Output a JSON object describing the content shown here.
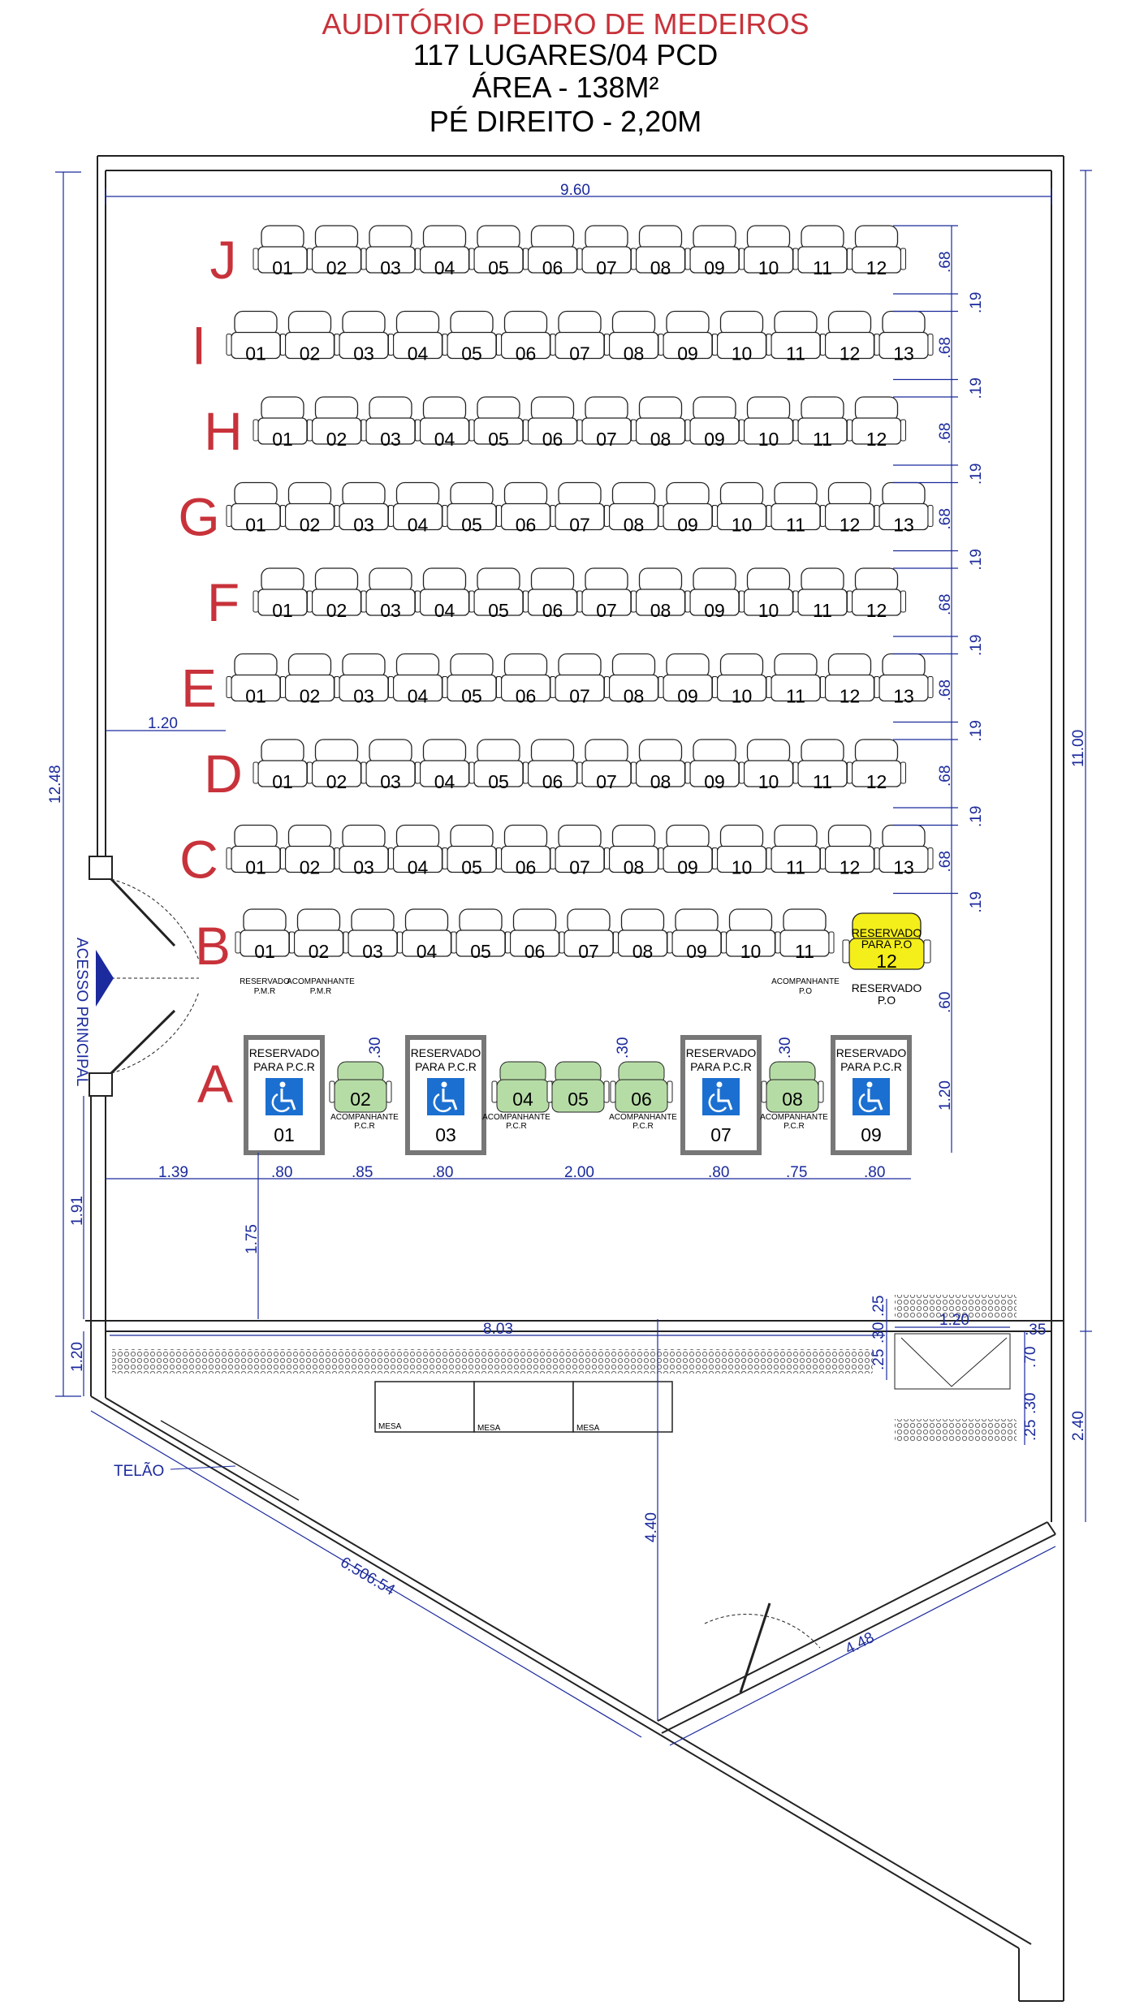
{
  "header": {
    "title": "AUDITÓRIO PEDRO DE MEDEIROS",
    "capacity": "117 LUGARES/04 PCD",
    "area": "ÁREA - 138M²",
    "ceiling": "PÉ DIREITO - 2,20M"
  },
  "colors": {
    "title": "#c8323a",
    "dimension": "#1b2a9c",
    "companion_seat": "#b6dca6",
    "obese_seat": "#f4ee1a",
    "wheelchair_sign": "#1b6fd0"
  },
  "rows": [
    {
      "label": "J",
      "count": 12
    },
    {
      "label": "I",
      "count": 13
    },
    {
      "label": "H",
      "count": 12
    },
    {
      "label": "G",
      "count": 13
    },
    {
      "label": "F",
      "count": 12
    },
    {
      "label": "E",
      "count": 13
    },
    {
      "label": "D",
      "count": 12
    },
    {
      "label": "C",
      "count": 13
    }
  ],
  "row_b": {
    "label": "B",
    "seats": [
      "01",
      "02",
      "03",
      "04",
      "05",
      "06",
      "07",
      "08",
      "09",
      "10",
      "11"
    ],
    "reserved_pmr": "RESERVADO P.M.R",
    "companion_pmr": "ACOMPANHANTE P.M.R",
    "companion_po": "ACOMPANHANTE P.O",
    "obese_seat_number": "12",
    "obese_seat_text": "RESERVADO PARA P.O",
    "obese_caption": "RESERVADO P.O"
  },
  "row_a": {
    "label": "A",
    "wheelchair_text": "RESERVADO PARA P.C.R",
    "wheelchair_spaces": [
      "01",
      "03",
      "07",
      "09"
    ],
    "companion_seats": [
      "02",
      "04",
      "05",
      "06",
      "08"
    ],
    "companion_caption": "ACOMPANHANTE P.C.R"
  },
  "dimensions": {
    "width_top": "9.60",
    "total_height_left": "12.48",
    "right_height": "11.00",
    "row_depth": ".68",
    "row_gap": ".19",
    "aisle": "1.20",
    "b_gap": ".60",
    "a_depth": "1.20",
    "companion_offset": ".30",
    "bottom_1": "1.39",
    "bottom_2": ".80",
    "bottom_3": ".85",
    "bottom_4": ".80",
    "bottom_5": "2.00",
    "bottom_6": ".80",
    "bottom_7": ".75",
    "bottom_8": ".80",
    "front_space": "1.75",
    "side_1": "1.91",
    "side_2": "1.20",
    "stage_width": "8.03",
    "stage_depth": "4.40",
    "diagonal_1": "6.506.54",
    "diagonal_2": "4.48",
    "right_lower": "2.40",
    "box_width": "1.20",
    "box_a": ".25",
    "box_b": ".30",
    "box_c": ".35",
    "box_d": ".70",
    "box_e": ".30",
    "box_f": ".25",
    "box_g": ".25"
  },
  "labels": {
    "entrance": "ACESSO PRINCIPAL",
    "table": "MESA",
    "screen": "TELÃO"
  }
}
